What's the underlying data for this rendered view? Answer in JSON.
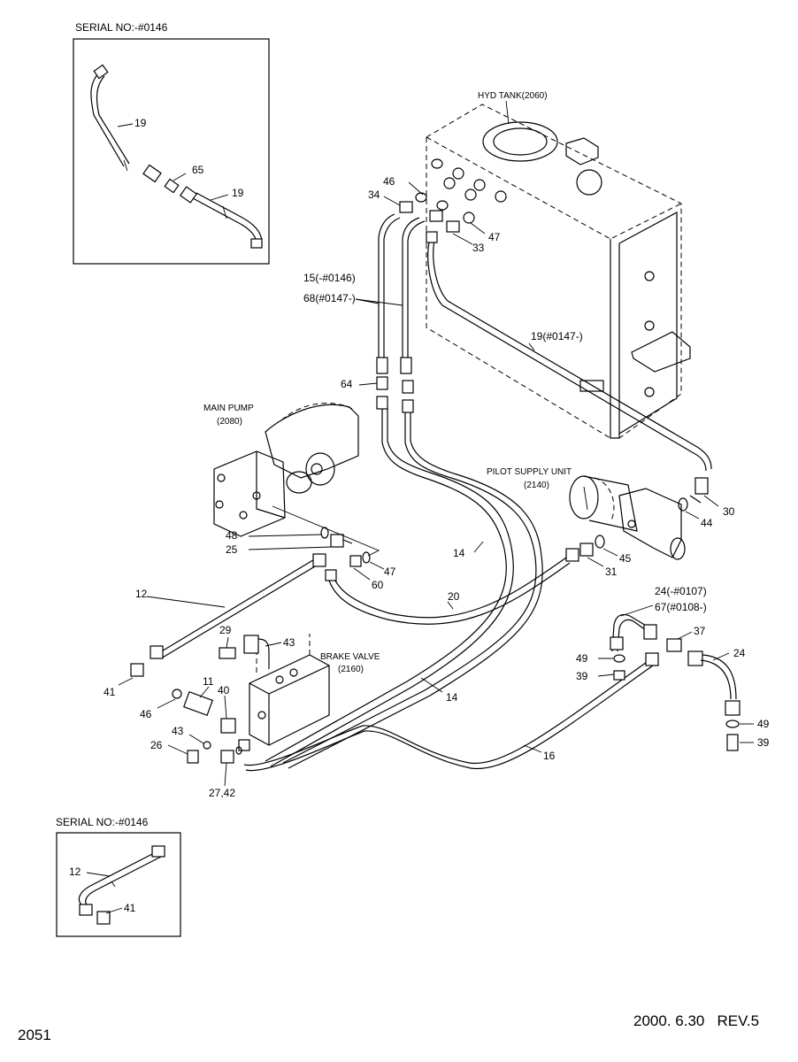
{
  "insets": {
    "top": {
      "title": "SERIAL NO:-#0146",
      "labels": [
        "19",
        "65",
        "19"
      ]
    },
    "bottom": {
      "title": "SERIAL NO:-#0146",
      "labels": [
        "12",
        "41"
      ]
    }
  },
  "components": {
    "hyd_tank": "HYD TANK(2060)",
    "main_pump": [
      "MAIN PUMP",
      "(2080)"
    ],
    "pilot_supply": [
      "PILOT SUPPLY UNIT",
      "(2140)"
    ],
    "brake_valve": [
      "BRAKE VALVE",
      "(2160)"
    ]
  },
  "callouts": {
    "c46a": "46",
    "c34": "34",
    "c33": "33",
    "c47a": "47",
    "c15": "15(-#0146)",
    "c68": "68(#0147-)",
    "c19b": "19(#0147-)",
    "c64": "64",
    "c48": "48",
    "c25": "25",
    "c47b": "47",
    "c60": "60",
    "c14a": "14",
    "c20": "20",
    "c14b": "14",
    "c30": "30",
    "c44": "44",
    "c45": "45",
    "c31": "31",
    "c12": "12",
    "c29": "29",
    "c43a": "43",
    "c41": "41",
    "c46b": "46",
    "c11": "11",
    "c40": "40",
    "c43b": "43",
    "c26": "26",
    "c2742": "27,42",
    "c24a": "24(-#0107)",
    "c67": "67(#0108-)",
    "c37": "37",
    "c24b": "24",
    "c49a": "49",
    "c39a": "39",
    "c49b": "49",
    "c39b": "39",
    "c16": "16"
  },
  "footer": {
    "page_number": "2051",
    "date_rev": "2000. 6.30   REV.5"
  }
}
